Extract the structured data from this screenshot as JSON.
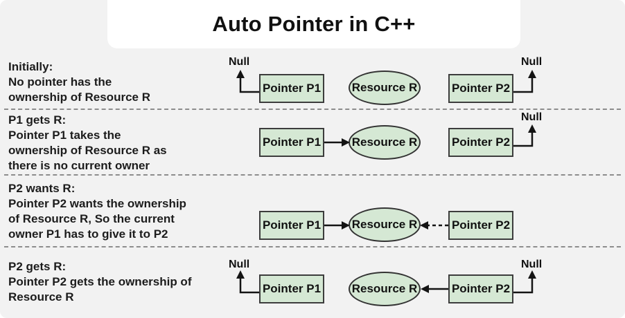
{
  "title": "Auto Pointer in C++",
  "colors": {
    "background": "#f2f2f2",
    "title_card": "#ffffff",
    "node_fill": "#d5e8d4",
    "node_border": "#3c3c3c",
    "arrow": "#141414",
    "divider": "#8c8c8c",
    "text": "#1c1c1c"
  },
  "rows": [
    {
      "caption": "Initially:\nNo pointer has the\nownership of Resource R",
      "p1": "Pointer P1",
      "resource": "Resource R",
      "p2": "Pointer P2",
      "null_left": "Null",
      "null_right": "Null"
    },
    {
      "caption": "P1 gets R:\nPointer P1 takes the\nownership of Resource R as\nthere is no current owner",
      "p1": "Pointer P1",
      "resource": "Resource R",
      "p2": "Pointer P2",
      "null_right": "Null"
    },
    {
      "caption": "P2 wants R:\nPointer P2 wants the ownership\nof Resource R, So the current\nowner P1 has to give it to P2",
      "p1": "Pointer P1",
      "resource": "Resource R",
      "p2": "Pointer P2"
    },
    {
      "caption": "P2 gets R:\nPointer P2 gets the ownership of\nResource R",
      "p1": "Pointer P1",
      "resource": "Resource R",
      "p2": "Pointer P2",
      "null_left": "Null",
      "null_right": "Null"
    }
  ]
}
